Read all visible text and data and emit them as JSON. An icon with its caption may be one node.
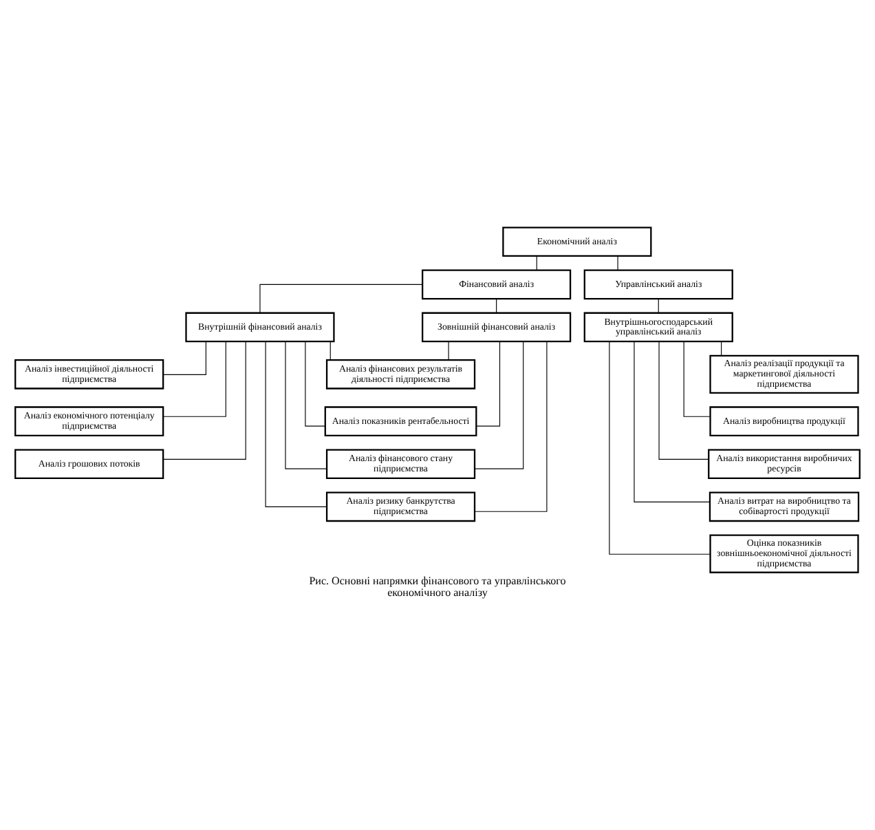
{
  "diagram": {
    "caption": "Рис. Основні напрямки фінансового та управлінського економічного аналізу",
    "nodes": [
      {
        "text": [
          "Економічний аналіз"
        ]
      },
      {
        "text": [
          "Фінансовий аналіз"
        ]
      },
      {
        "text": [
          "Управлінський аналіз"
        ]
      },
      {
        "text": [
          "Зовнішній фінансовий аналіз"
        ]
      },
      {
        "text": [
          "Внутрішній фінансовий аналіз"
        ]
      },
      {
        "text": [
          "Внутрішньогосподарський управлінський аналіз"
        ]
      },
      {
        "text": [
          "Аналіз фінансових результатів діяльності підприємства"
        ]
      },
      {
        "text": [
          "Аналіз показників рентабельності"
        ]
      },
      {
        "text": [
          "Аналіз фінансового стану підприємства"
        ]
      },
      {
        "text": [
          "Аналіз ризику банкрутства підприємства"
        ]
      },
      {
        "text": [
          "Аналіз інвестиційної діяльності підприємства"
        ]
      },
      {
        "text": [
          "Аналіз економічного потенціалу підприємства"
        ]
      },
      {
        "text": [
          "Аналіз грошових потоків"
        ]
      },
      {
        "text": [
          "Аналіз реалізації продукції та маркетингової діяльності підприємства"
        ]
      },
      {
        "text": [
          "Аналіз виробництва продукції"
        ]
      },
      {
        "text": [
          "Аналіз використання виробничих ресурсів"
        ]
      },
      {
        "text": [
          "Аналіз витрат на виробництво та собівартості продукції"
        ]
      },
      {
        "text": [
          "Оцінка показників зовнішньоекономічної діяльності підприємства"
        ]
      }
    ],
    "edges": [
      {
        "from": 0,
        "to": 1,
        "arrow": "none"
      },
      {
        "from": 0,
        "to": 2,
        "arrow": "none"
      },
      {
        "from": 1,
        "to": 3,
        "arrow": "none"
      },
      {
        "from": 1,
        "to": 4,
        "arrow": "none"
      },
      {
        "from": 2,
        "to": 5,
        "arrow": "none"
      },
      {
        "from": 3,
        "to": 6,
        "arrow": "none"
      },
      {
        "from": 3,
        "to": 7,
        "arrow": "none"
      },
      {
        "from": 3,
        "to": 8,
        "arrow": "none"
      },
      {
        "from": 3,
        "to": 9,
        "arrow": "none"
      },
      {
        "from": 4,
        "to": 6,
        "arrow": "none"
      },
      {
        "from": 4,
        "to": 7,
        "arrow": "none"
      },
      {
        "from": 4,
        "to": 8,
        "arrow": "none"
      },
      {
        "from": 4,
        "to": 9,
        "arrow": "none"
      },
      {
        "from": 4,
        "to": 10,
        "arrow": "none"
      },
      {
        "from": 4,
        "to": 11,
        "arrow": "none"
      },
      {
        "from": 4,
        "to": 12,
        "arrow": "none"
      },
      {
        "from": 5,
        "to": 13,
        "arrow": "none"
      },
      {
        "from": 5,
        "to": 14,
        "arrow": "none"
      },
      {
        "from": 5,
        "to": 15,
        "arrow": "none"
      },
      {
        "from": 5,
        "to": 16,
        "arrow": "none"
      },
      {
        "from": 5,
        "to": 17,
        "arrow": "none"
      }
    ]
  }
}
